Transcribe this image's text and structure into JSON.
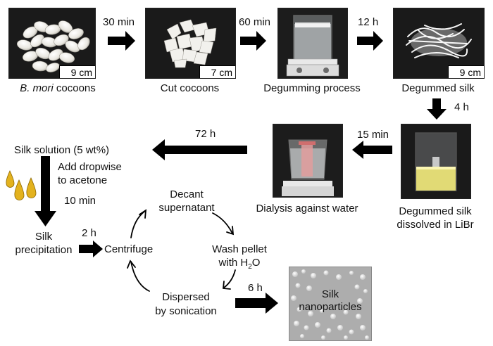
{
  "row1": {
    "cocoons": {
      "caption_italic": "B. mori",
      "caption_rest": " cocoons",
      "scale": "9 cm"
    },
    "cut": {
      "caption": "Cut cocoons",
      "scale": "7 cm"
    },
    "degumming": {
      "caption": "Degumming process"
    },
    "degummed": {
      "caption": "Degummed silk",
      "scale": "9 cm"
    },
    "times": [
      "30 min",
      "60 min",
      "12 h"
    ]
  },
  "row2": {
    "down_time": "4 h",
    "libr": {
      "caption_line1": "Degummed silk",
      "caption_line2": "dissolved in LiBr"
    },
    "dialysis": {
      "caption": "Dialysis against water"
    },
    "time_15": "15 min",
    "time_72": "72 h",
    "solution": "Silk solution (5 wt%)"
  },
  "row3": {
    "add_line1": "Add dropwise",
    "add_line2": "to acetone",
    "time_10": "10 min",
    "precip_line1": "Silk",
    "precip_line2": "precipitation",
    "time_2h": "2 h",
    "centrifuge": "Centrifuge",
    "decant_line1": "Decant",
    "decant_line2": "supernatant",
    "wash_line1": "Wash pellet",
    "wash_line2_pre": "with H",
    "wash_sub": "2",
    "wash_line2_post": "O",
    "disp_line1": "Dispersed",
    "disp_line2": "by sonication",
    "time_6h": "6 h",
    "nano_line1": "Silk",
    "nano_line2": "nanoparticles"
  },
  "colors": {
    "arrow": "#000000",
    "droplet": "#e3b21e",
    "photo_dark": "#1c1c1c",
    "sem_gray": "#b0b0b0"
  }
}
